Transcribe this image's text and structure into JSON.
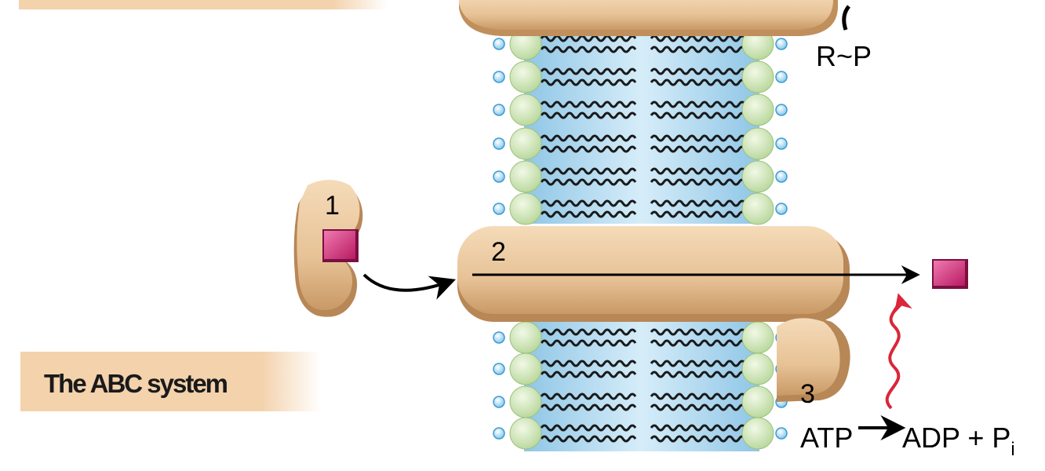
{
  "diagram": {
    "title": "The ABC system",
    "labels": {
      "step1": "1",
      "step2": "2",
      "step3": "3",
      "phosphorylated": "R~P",
      "atp": "ATP",
      "adp": "ADP + P",
      "pi_sub": "i"
    },
    "colors": {
      "protein": "#e9c59b",
      "protein_shadow": "#b88756",
      "substrate": "#d82f7b",
      "lipid_head": "#d9ebc2",
      "lipid_core": "#b9dcef",
      "heat_arrow": "#d9263a",
      "title_bar": "#f3d2ac"
    }
  }
}
